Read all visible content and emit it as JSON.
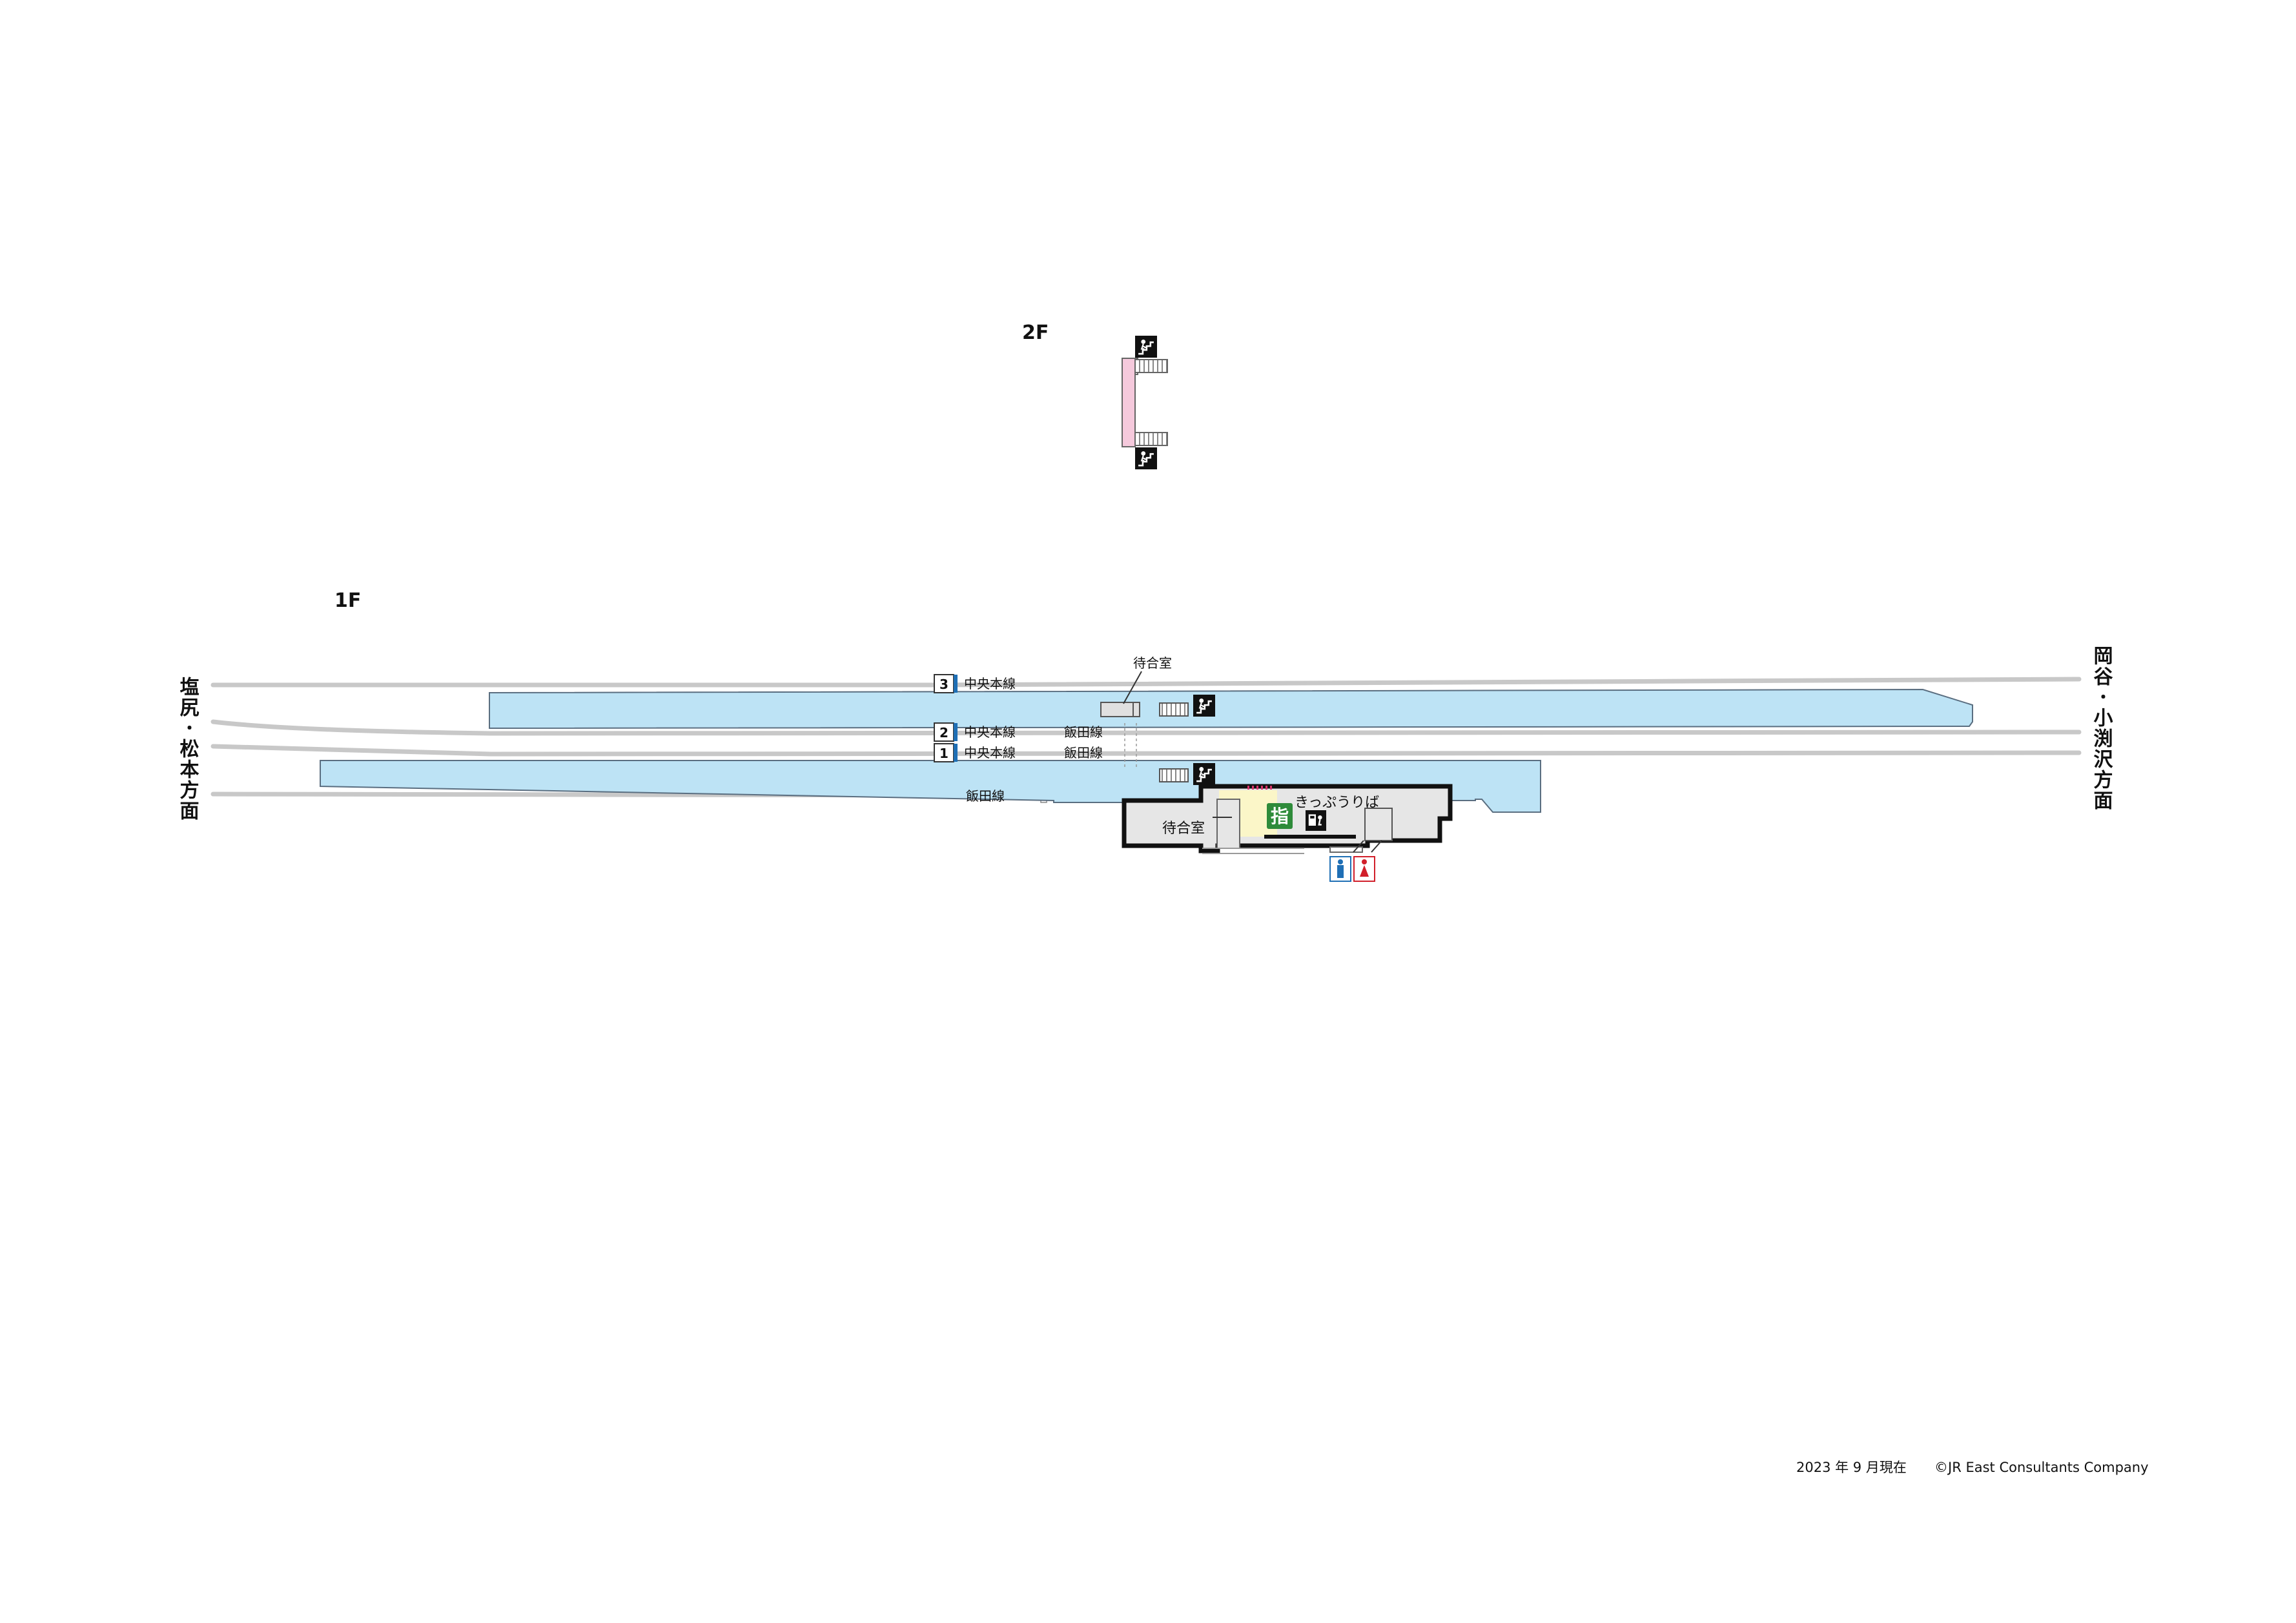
{
  "floors": {
    "upper": "2F",
    "ground": "1F"
  },
  "directions": {
    "left": "塩尻･松本方面",
    "right": "岡谷･小渕沢方面"
  },
  "tracks": [
    {
      "number": "3",
      "line": "中央本線"
    },
    {
      "number": "2",
      "line": "中央本線",
      "branch_line": "飯田線"
    },
    {
      "number": "1",
      "line": "中央本線",
      "branch_line": "飯田線"
    }
  ],
  "platform_labels": {
    "waiting_room_platform": "待合室",
    "bay_line": "飯田線"
  },
  "station_building": {
    "waiting_room": "待合室",
    "ticket_office": "きっぷうりば",
    "reserved_ticket_sign": "指"
  },
  "icons": {
    "escalator_stairs": "stairs-icon",
    "restroom_men": "restroom-men-icon",
    "restroom_women": "restroom-women-icon",
    "ticket_machine": "ticket-machine-icon"
  },
  "colors": {
    "platform": "#bde3f5",
    "bridge": "#f5c9dc",
    "concourse": "#fbf6c8",
    "reserved_sign": "#2e8b3a",
    "track_number_bar": "#1f6fb5",
    "gate_marker": "#d6336c"
  },
  "footer": {
    "date": "2023 年 9 月現在",
    "copyright": "©JR East Consultants Company"
  }
}
